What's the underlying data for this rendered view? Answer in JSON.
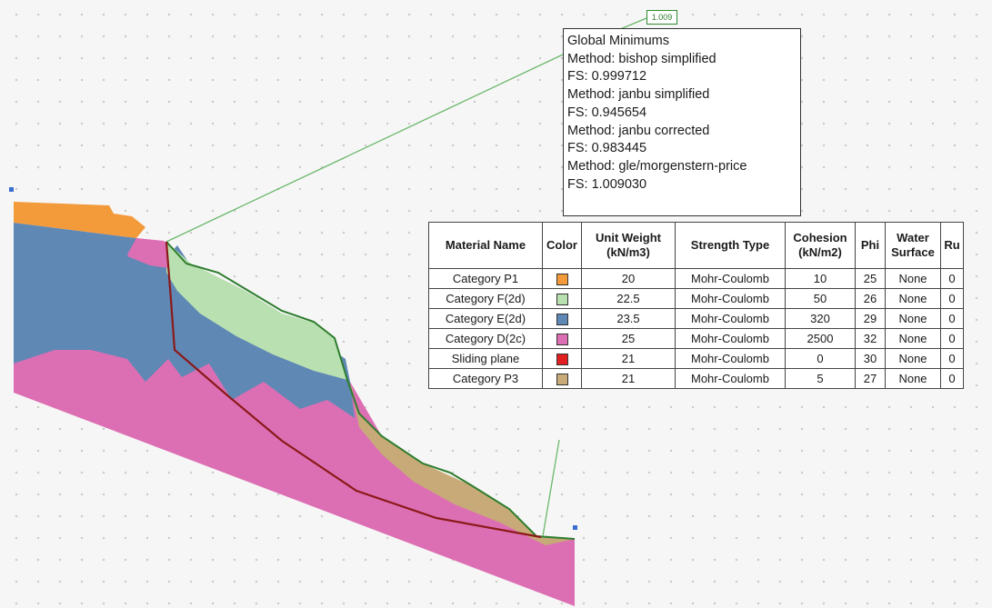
{
  "fs_label": "1.009",
  "global_minimums": {
    "lines": [
      "Global Minimums",
      "Method: bishop simplified",
      "FS: 0.999712",
      "Method: janbu simplified",
      "FS: 0.945654",
      "Method: janbu corrected",
      "FS: 0.983445",
      "Method: gle/morgenstern-price",
      "FS: 1.009030"
    ]
  },
  "materials_table": {
    "headers": [
      "Material Name",
      "Color",
      "Unit Weight (kN/m3)",
      "Strength Type",
      "Cohesion (kN/m2)",
      "Phi",
      "Water Surface",
      "Ru"
    ],
    "rows": [
      {
        "name": "Category P1",
        "color": "#f39a3a",
        "unit_weight": "20",
        "strength_type": "Mohr-Coulomb",
        "cohesion": "10",
        "phi": "25",
        "water_surface": "None",
        "ru": "0"
      },
      {
        "name": "Category F(2d)",
        "color": "#b9e0b0",
        "unit_weight": "22.5",
        "strength_type": "Mohr-Coulomb",
        "cohesion": "50",
        "phi": "26",
        "water_surface": "None",
        "ru": "0"
      },
      {
        "name": "Category E(2d)",
        "color": "#5f88b5",
        "unit_weight": "23.5",
        "strength_type": "Mohr-Coulomb",
        "cohesion": "320",
        "phi": "29",
        "water_surface": "None",
        "ru": "0"
      },
      {
        "name": "Category D(2c)",
        "color": "#dc6fb3",
        "unit_weight": "25",
        "strength_type": "Mohr-Coulomb",
        "cohesion": "2500",
        "phi": "32",
        "water_surface": "None",
        "ru": "0"
      },
      {
        "name": "Sliding plane",
        "color": "#e02020",
        "unit_weight": "21",
        "strength_type": "Mohr-Coulomb",
        "cohesion": "0",
        "phi": "30",
        "water_surface": "None",
        "ru": "0"
      },
      {
        "name": "Category P3",
        "color": "#c8aa78",
        "unit_weight": "21",
        "strength_type": "Mohr-Coulomb",
        "cohesion": "5",
        "phi": "27",
        "water_surface": "None",
        "ru": "0"
      }
    ]
  },
  "colors": {
    "category_p1": "#f39a3a",
    "category_f2d": "#b9e0b0",
    "category_e2d": "#5f88b5",
    "category_d2c": "#dc6fb3",
    "category_p3": "#c8aa78",
    "slip_surface": "#8b1a1a",
    "ground_line": "#2e7d2e",
    "leader_line": "#6ab86a"
  }
}
